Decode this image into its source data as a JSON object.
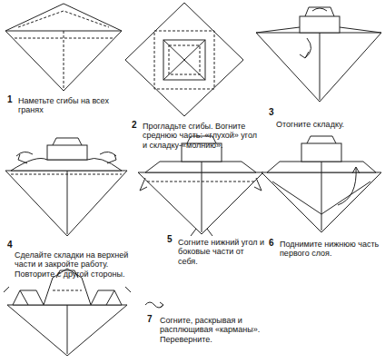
{
  "diagram": {
    "labels": [
      "1",
      "Наметьте сгибы на всех гранях",
      "2",
      "Прогладьте сгибы. Вогните среднюю часть: «глухой» угол и складку-«молнию».",
      "3",
      "Отогните складку.",
      "4",
      "Сделайте складки на верхней части и закройте работу. Повторите с другой стороны.",
      "5",
      "Согните нижний угол и боковые части от себя.",
      "6",
      "Поднимите нижнюю часть первого слоя.",
      "7",
      "Согните, раскрывая и расплющивая «карманы». Переверните."
    ]
  }
}
